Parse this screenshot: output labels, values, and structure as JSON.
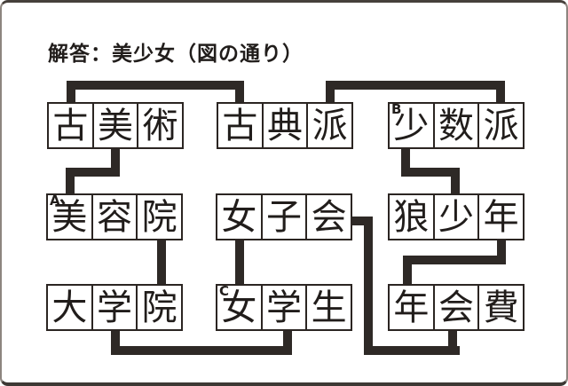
{
  "card": {
    "title": "解答：美少女（図の通り）"
  },
  "boxes": [
    {
      "word": "古美術",
      "cells": [
        "古",
        "美",
        "術"
      ]
    },
    {
      "word": "古典派",
      "cells": [
        "古",
        "典",
        "派"
      ]
    },
    {
      "word": "少数派",
      "marker": "B",
      "cells": [
        "少",
        "数",
        "派"
      ]
    },
    {
      "word": "美容院",
      "marker": "A",
      "cells": [
        "美",
        "容",
        "院"
      ]
    },
    {
      "word": "女子会",
      "cells": [
        "女",
        "子",
        "会"
      ]
    },
    {
      "word": "狼少年",
      "cells": [
        "狼",
        "少",
        "年"
      ]
    },
    {
      "word": "大学院",
      "cells": [
        "大",
        "学",
        "院"
      ]
    },
    {
      "word": "女学生",
      "marker": "C",
      "cells": [
        "女",
        "学",
        "生"
      ]
    },
    {
      "word": "年会費",
      "cells": [
        "年",
        "会",
        "費"
      ]
    }
  ],
  "connections": [
    {
      "char": "古",
      "between": [
        "古美術",
        "古典派"
      ]
    },
    {
      "char": "派",
      "between": [
        "古典派",
        "少数派"
      ]
    },
    {
      "char": "美",
      "between": [
        "古美術",
        "美容院"
      ]
    },
    {
      "char": "少",
      "between": [
        "少数派",
        "狼少年"
      ]
    },
    {
      "char": "院",
      "between": [
        "美容院",
        "大学院"
      ]
    },
    {
      "char": "女",
      "between": [
        "女子会",
        "女学生"
      ]
    },
    {
      "char": "年",
      "between": [
        "狼少年",
        "年会費"
      ]
    },
    {
      "char": "学",
      "between": [
        "大学院",
        "女学生"
      ]
    },
    {
      "char": "会",
      "between": [
        "女子会",
        "年会費"
      ]
    }
  ],
  "colors": {
    "line": "#2e2926",
    "border": "#2b2522",
    "text": "#211d1b"
  }
}
